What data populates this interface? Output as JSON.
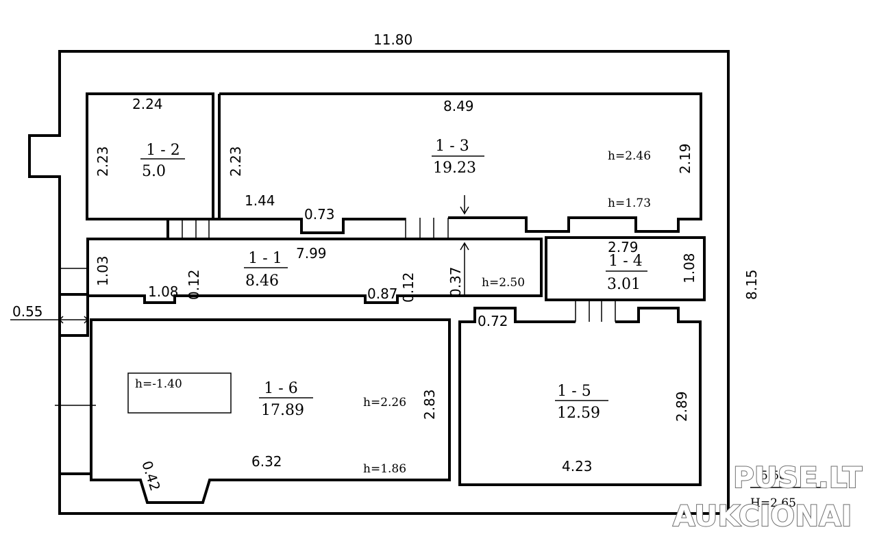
{
  "plan": {
    "outer_width": "11.80",
    "outer_height": "8.15",
    "entrance_offset": "0.55",
    "building_height_label": "H=2.65",
    "building_label_top": "5.58"
  },
  "rooms": [
    {
      "id": "1-1",
      "label": "1 - 1",
      "area": "8.46",
      "height": "h=2.50"
    },
    {
      "id": "1-2",
      "label": "1 - 2",
      "area": "5.0"
    },
    {
      "id": "1-3",
      "label": "1 - 3",
      "area": "19.23",
      "height": "h=2.46",
      "height2": "h=1.73"
    },
    {
      "id": "1-4",
      "label": "1 - 4",
      "area": "3.01"
    },
    {
      "id": "1-5",
      "label": "1 - 5",
      "area": "12.59"
    },
    {
      "id": "1-6",
      "label": "1 - 6",
      "area": "17.89",
      "height": "h=2.26",
      "height2": "h=1.86",
      "pit": "h=-1.40"
    }
  ],
  "dims": {
    "r12_top": "2.24",
    "r12_left": "2.23",
    "r13_top": "8.49",
    "r13_left": "2.23",
    "r13_right": "2.19",
    "r13_bottom": "1.44",
    "r13_niche": "0.73",
    "r11_top": "7.99",
    "r11_left": "1.03",
    "r11_niche1": "1.08",
    "r11_niche1_depth": "0.12",
    "r11_niche2": "0.87",
    "r11_niche2_depth": "0.12",
    "r11_step": "0.37",
    "r14_top": "2.79",
    "r14_right": "1.08",
    "r15_right": "2.89",
    "r15_bottom": "4.23",
    "r15_niche": "0.72",
    "r16_right": "2.83",
    "r16_bottom": "6.32",
    "r16_niche": "0.42"
  },
  "watermark": {
    "line1": "PUSE.LT",
    "line2": "AUKCIONAI"
  }
}
